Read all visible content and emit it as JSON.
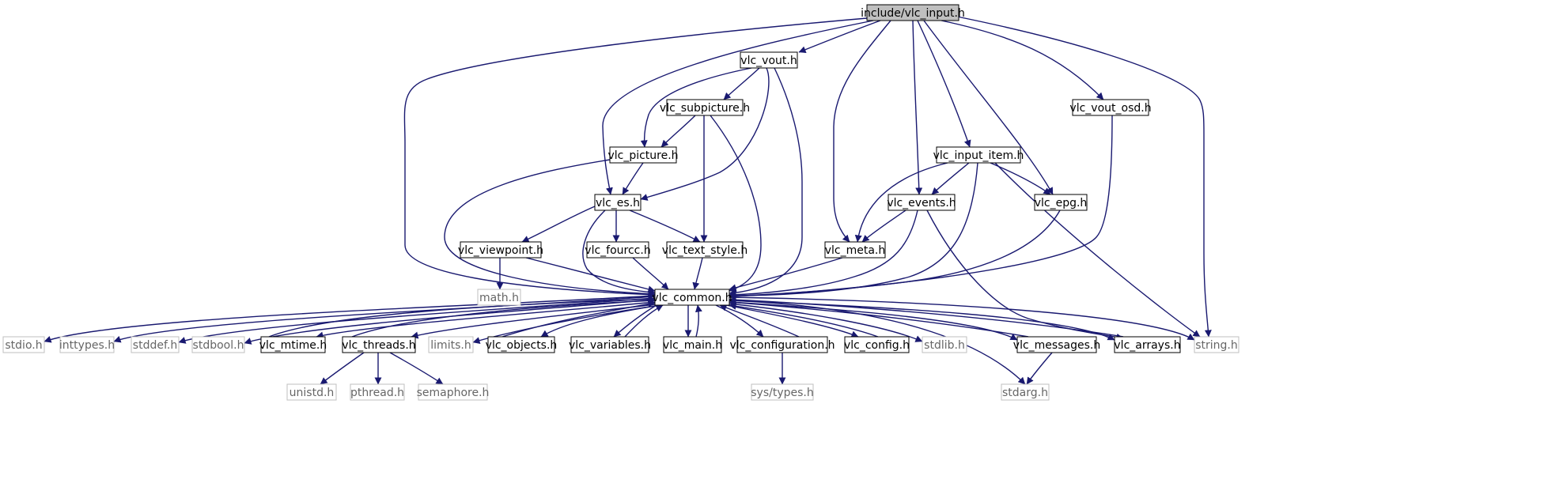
{
  "diagram": {
    "type": "include-dependency-graph",
    "colors": {
      "edge": "#191970",
      "root_fill": "#bfbfbf",
      "node_border": "#000000",
      "external_border": "#bfbfbf",
      "external_text": "#666666",
      "text": "#000000"
    },
    "nodes": [
      {
        "id": "root",
        "label": "include/vlc_input.h",
        "kind": "root"
      },
      {
        "id": "vout",
        "label": "vlc_vout.h",
        "kind": "header"
      },
      {
        "id": "subpicture",
        "label": "vlc_subpicture.h",
        "kind": "header"
      },
      {
        "id": "vout_osd",
        "label": "vlc_vout_osd.h",
        "kind": "header"
      },
      {
        "id": "picture",
        "label": "vlc_picture.h",
        "kind": "header"
      },
      {
        "id": "input_item",
        "label": "vlc_input_item.h",
        "kind": "header"
      },
      {
        "id": "es",
        "label": "vlc_es.h",
        "kind": "header"
      },
      {
        "id": "events",
        "label": "vlc_events.h",
        "kind": "header"
      },
      {
        "id": "epg",
        "label": "vlc_epg.h",
        "kind": "header"
      },
      {
        "id": "viewpoint",
        "label": "vlc_viewpoint.h",
        "kind": "header"
      },
      {
        "id": "fourcc",
        "label": "vlc_fourcc.h",
        "kind": "header"
      },
      {
        "id": "text_style",
        "label": "vlc_text_style.h",
        "kind": "header"
      },
      {
        "id": "meta",
        "label": "vlc_meta.h",
        "kind": "header"
      },
      {
        "id": "math",
        "label": "math.h",
        "kind": "external"
      },
      {
        "id": "common",
        "label": "vlc_common.h",
        "kind": "header"
      },
      {
        "id": "stdio",
        "label": "stdio.h",
        "kind": "external"
      },
      {
        "id": "inttypes",
        "label": "inttypes.h",
        "kind": "external"
      },
      {
        "id": "stddef",
        "label": "stddef.h",
        "kind": "external"
      },
      {
        "id": "stdbool",
        "label": "stdbool.h",
        "kind": "external"
      },
      {
        "id": "mtime",
        "label": "vlc_mtime.h",
        "kind": "header"
      },
      {
        "id": "threads",
        "label": "vlc_threads.h",
        "kind": "header"
      },
      {
        "id": "limits",
        "label": "limits.h",
        "kind": "external"
      },
      {
        "id": "objects",
        "label": "vlc_objects.h",
        "kind": "header"
      },
      {
        "id": "variables",
        "label": "vlc_variables.h",
        "kind": "header"
      },
      {
        "id": "main",
        "label": "vlc_main.h",
        "kind": "header"
      },
      {
        "id": "configuration",
        "label": "vlc_configuration.h",
        "kind": "header"
      },
      {
        "id": "config",
        "label": "vlc_config.h",
        "kind": "header"
      },
      {
        "id": "stdlib",
        "label": "stdlib.h",
        "kind": "external"
      },
      {
        "id": "messages",
        "label": "vlc_messages.h",
        "kind": "header"
      },
      {
        "id": "arrays",
        "label": "vlc_arrays.h",
        "kind": "header"
      },
      {
        "id": "string",
        "label": "string.h",
        "kind": "external"
      },
      {
        "id": "unistd",
        "label": "unistd.h",
        "kind": "external"
      },
      {
        "id": "pthread",
        "label": "pthread.h",
        "kind": "external"
      },
      {
        "id": "semaphore",
        "label": "semaphore.h",
        "kind": "external"
      },
      {
        "id": "systypes",
        "label": "sys/types.h",
        "kind": "external"
      },
      {
        "id": "stdarg",
        "label": "stdarg.h",
        "kind": "external"
      }
    ],
    "edges": [
      [
        "root",
        "vout"
      ],
      [
        "root",
        "es"
      ],
      [
        "root",
        "common"
      ],
      [
        "root",
        "meta"
      ],
      [
        "root",
        "events"
      ],
      [
        "root",
        "input_item"
      ],
      [
        "root",
        "epg"
      ],
      [
        "root",
        "vout_osd"
      ],
      [
        "root",
        "string"
      ],
      [
        "vout",
        "subpicture"
      ],
      [
        "vout",
        "picture"
      ],
      [
        "vout",
        "es"
      ],
      [
        "vout",
        "common"
      ],
      [
        "subpicture",
        "picture"
      ],
      [
        "subpicture",
        "text_style"
      ],
      [
        "subpicture",
        "common"
      ],
      [
        "picture",
        "es"
      ],
      [
        "picture",
        "common"
      ],
      [
        "vout_osd",
        "common"
      ],
      [
        "input_item",
        "events"
      ],
      [
        "input_item",
        "meta"
      ],
      [
        "input_item",
        "epg"
      ],
      [
        "input_item",
        "common"
      ],
      [
        "input_item",
        "string"
      ],
      [
        "es",
        "viewpoint"
      ],
      [
        "es",
        "fourcc"
      ],
      [
        "es",
        "text_style"
      ],
      [
        "es",
        "common"
      ],
      [
        "events",
        "meta"
      ],
      [
        "events",
        "common"
      ],
      [
        "events",
        "arrays"
      ],
      [
        "epg",
        "common"
      ],
      [
        "viewpoint",
        "math"
      ],
      [
        "viewpoint",
        "common"
      ],
      [
        "fourcc",
        "common"
      ],
      [
        "text_style",
        "common"
      ],
      [
        "meta",
        "common"
      ],
      [
        "common",
        "stdio"
      ],
      [
        "common",
        "inttypes"
      ],
      [
        "common",
        "stddef"
      ],
      [
        "common",
        "stdbool"
      ],
      [
        "common",
        "mtime"
      ],
      [
        "common",
        "threads"
      ],
      [
        "common",
        "limits"
      ],
      [
        "common",
        "objects"
      ],
      [
        "common",
        "variables"
      ],
      [
        "common",
        "main"
      ],
      [
        "common",
        "configuration"
      ],
      [
        "common",
        "config"
      ],
      [
        "common",
        "stdlib"
      ],
      [
        "common",
        "messages"
      ],
      [
        "common",
        "arrays"
      ],
      [
        "common",
        "string"
      ],
      [
        "common",
        "stdarg"
      ],
      [
        "mtime",
        "common"
      ],
      [
        "threads",
        "common"
      ],
      [
        "objects",
        "common"
      ],
      [
        "variables",
        "common"
      ],
      [
        "main",
        "common"
      ],
      [
        "configuration",
        "common"
      ],
      [
        "config",
        "common"
      ],
      [
        "messages",
        "common"
      ],
      [
        "arrays",
        "common"
      ],
      [
        "threads",
        "unistd"
      ],
      [
        "threads",
        "pthread"
      ],
      [
        "threads",
        "semaphore"
      ],
      [
        "configuration",
        "systypes"
      ],
      [
        "messages",
        "stdarg"
      ]
    ]
  }
}
